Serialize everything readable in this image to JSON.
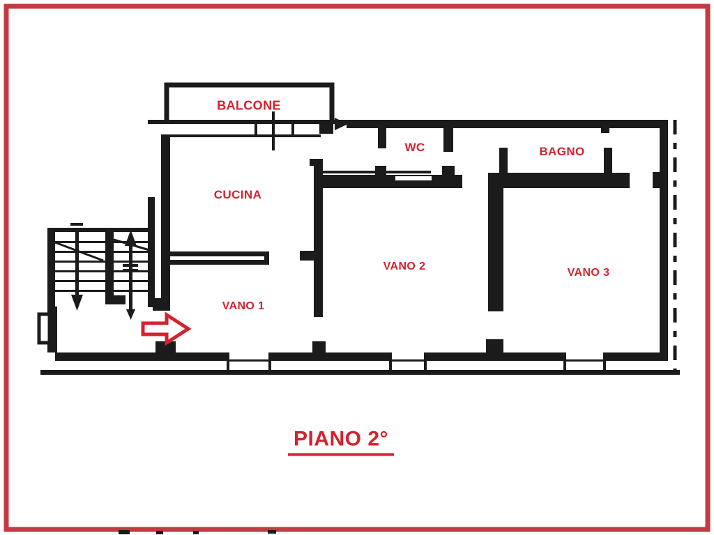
{
  "document": {
    "type": "scanned floor plan (planimetria)",
    "floor_title": "PIANO 2°"
  },
  "labels": {
    "balcone": "BALCONE",
    "wc": "WC",
    "bagno": "BAGNO",
    "cucina": "CUCINA",
    "vano1": "VANO 1",
    "vano2": "VANO 2",
    "vano3": "VANO 3",
    "title": "PIANO 2°"
  },
  "icons": {
    "entrance_arrow": "hollow red arrow pointing right (entrance)",
    "stairs_down_arrow": "down direction arrow on left stair flight",
    "stairs_up_arrow": "up direction arrow on right stair flight"
  },
  "colors": {
    "frame_red": "#c43a42",
    "label_red": "#d2232e",
    "plan_black": "#1b1b1b",
    "paper": "#ffffff"
  }
}
